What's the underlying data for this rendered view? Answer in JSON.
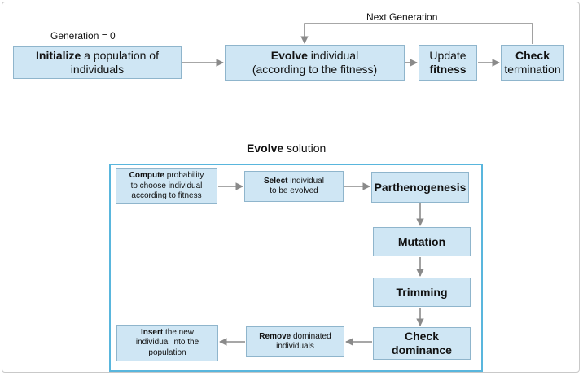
{
  "top_flow": {
    "generation_label": "Generation = 0",
    "next_generation_label": "Next Generation",
    "initialize": {
      "bold": "Initialize",
      "rest_line1": " a population of",
      "line2": "individuals"
    },
    "evolve": {
      "bold": "Evolve",
      "rest_line1": " individual",
      "line2": "(according to the fitness)"
    },
    "update": {
      "line1": "Update",
      "bold": "fitness"
    },
    "check": {
      "bold": "Check",
      "line2": "termination"
    }
  },
  "evolve_solution": {
    "title_bold": "Evolve",
    "title_rest": " solution",
    "compute": {
      "bold": "Compute",
      "rest_line1": " probability",
      "line2": "to choose individual",
      "line3": "according to fitness"
    },
    "select": {
      "bold": "Select",
      "rest_line1": " individual",
      "line2": "to be evolved"
    },
    "parthenogenesis": "Parthenogenesis",
    "mutation": "Mutation",
    "trimming": "Trimming",
    "check_dominance": {
      "line1": "Check",
      "line2": "dominance"
    },
    "remove": {
      "bold": "Remove",
      "rest_line1": " dominated",
      "line2": "individuals"
    },
    "insert": {
      "bold": "Insert",
      "rest_line1": " the new",
      "line2": "individual into the",
      "line3": "population"
    }
  },
  "colors": {
    "box_fill": "#cfe6f4",
    "box_border": "#8fb5cc",
    "container_border": "#59b6dd",
    "arrow": "#8a8a8a"
  }
}
